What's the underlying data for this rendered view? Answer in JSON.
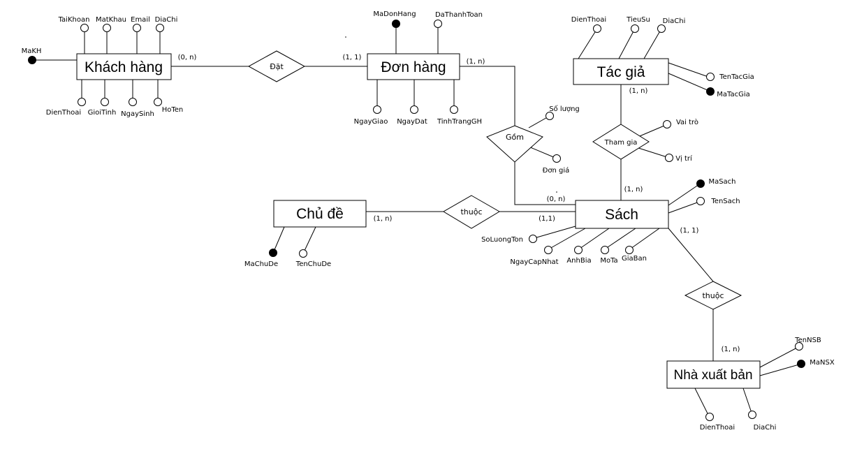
{
  "diagram": {
    "entities": {
      "khach_hang": "Khách hàng",
      "don_hang": "Đơn hàng",
      "tac_gia": "Tác giả",
      "chu_de": "Chủ đề",
      "sach": "Sách",
      "nha_xuat_ban": "Nhà xuất bản"
    },
    "relationships": {
      "dat": "Đặt",
      "gom": "Gồm",
      "tham_gia": "Tham gia",
      "thuoc_chu_de": "thuộc",
      "thuoc_nxb": "thuộc"
    },
    "attributes": {
      "khach_hang": {
        "ma_kh": "MaKH",
        "tai_khoan": "TaiKhoan",
        "mat_khau": "MatKhau",
        "email": "Email",
        "dia_chi": "DiaChi",
        "dien_thoai": "DienThoai",
        "gioi_tinh": "GioiTinh",
        "ngay_sinh": "NgaySinh",
        "ho_ten": "HoTen"
      },
      "don_hang": {
        "ma_don_hang": "MaDonHang",
        "da_thanh_toan": "DaThanhToan",
        "ngay_giao": "NgayGiao",
        "ngay_dat": "NgayDat",
        "tinh_trang_gh": "TinhTrangGH"
      },
      "gom": {
        "so_luong": "Số lượng",
        "don_gia": "Đơn giá"
      },
      "tac_gia": {
        "dien_thoai": "DienThoai",
        "tieu_su": "TieuSu",
        "dia_chi": "DiaChi",
        "ten_tac_gia": "TenTacGia",
        "ma_tac_gia": "MaTacGia"
      },
      "tham_gia": {
        "vai_tro": "Vai trò",
        "vi_tri": "Vị trí"
      },
      "sach": {
        "ma_sach": "MaSach",
        "ten_sach": "TenSach",
        "so_luong_ton": "SoLuongTon",
        "ngay_cap_nhat": "NgayCapNhat",
        "anh_bia": "AnhBia",
        "mo_ta": "MoTa",
        "gia_ban": "GiaBan"
      },
      "chu_de": {
        "ma_chu_de": "MaChuDe",
        "ten_chu_de": "TenChuDe"
      },
      "nha_xuat_ban": {
        "ten_nsb": "TenNSB",
        "ma_nsx": "MaNSX",
        "dien_thoai": "DienThoai",
        "dia_chi": "DiaChi"
      }
    },
    "cardinalities": {
      "khach_hang_dat": "(0, n)",
      "don_hang_dat": "(1, 1)",
      "don_hang_gom": "(1, n)",
      "sach_gom": "(0, n)",
      "tac_gia_tham_gia": "(1, n)",
      "sach_tham_gia": "(1, n)",
      "chu_de_thuoc": "(1, n)",
      "sach_thuoc_chu_de": "(1,1)",
      "sach_thuoc_nxb": "(1, 1)",
      "nxb_thuoc": "(1, n)"
    },
    "colors": {
      "line": "#000000",
      "background": "#ffffff",
      "key_attribute_fill": "#000000"
    }
  }
}
